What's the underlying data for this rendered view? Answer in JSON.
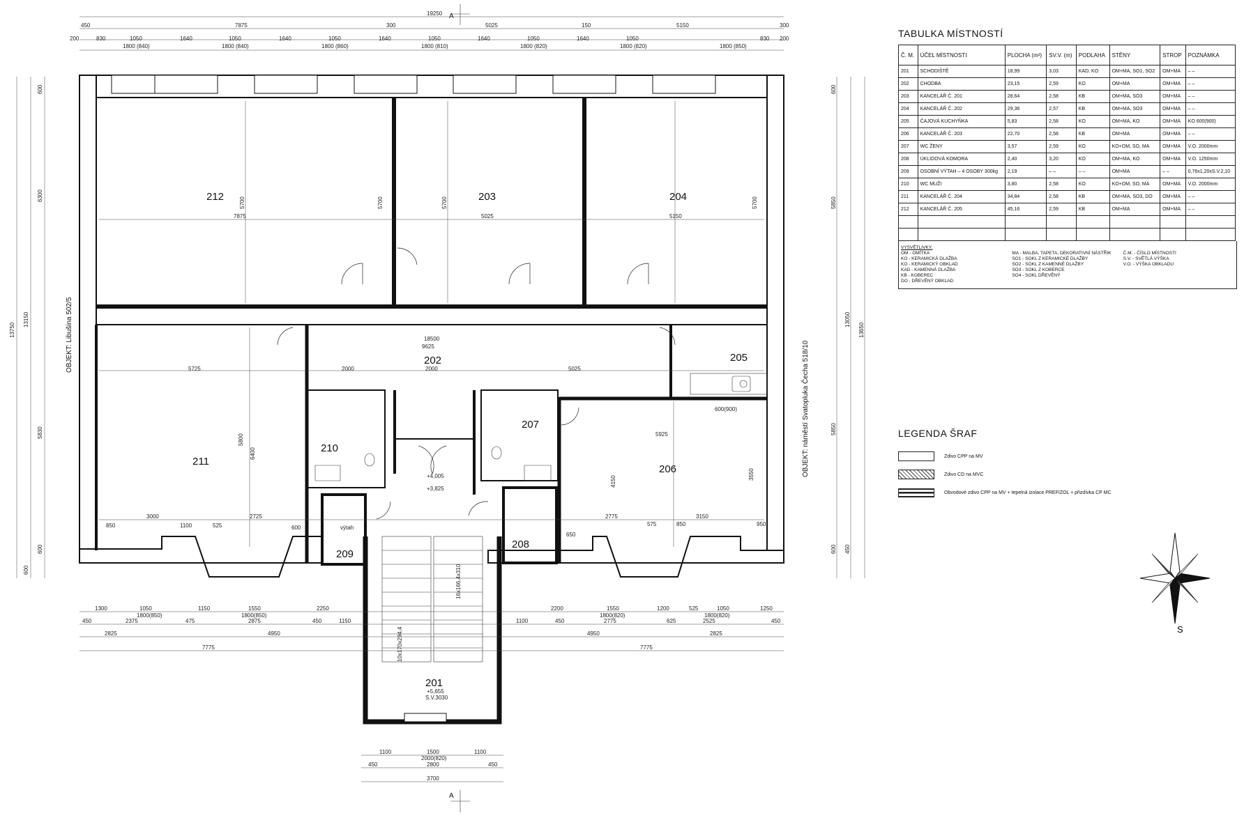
{
  "plan": {
    "section_marker": "A",
    "side_labels": {
      "left": "OBJEKT: Libušina 502/5",
      "right": "OBJEKT: náměstí Svatopluka Čecha 518/10"
    },
    "rooms": [
      "201",
      "202",
      "203",
      "204",
      "205",
      "206",
      "207",
      "208",
      "209",
      "210",
      "211",
      "212"
    ],
    "room_notes": {
      "stair_level": "+5,655",
      "stair_sv": "S.V.3030",
      "stair_spec": "10x170x294,4",
      "stair_run": "16x166,4x310",
      "lift_label": "výtah",
      "level_a": "+4,005",
      "level_b": "+3,825",
      "counter": "600(900)"
    },
    "top_dims": {
      "overall": "19250",
      "row1": [
        "450",
        "7875",
        "300",
        "5025",
        "150",
        "5150",
        "300"
      ],
      "row2": [
        "200",
        "830",
        "1050",
        "1640",
        "1050",
        "1640",
        "1050",
        "1640",
        "1050",
        "1640",
        "1050",
        "1640",
        "1050",
        "830",
        "200"
      ],
      "windows": [
        "1800 (840)",
        "1800 (840)",
        "1800 (860)",
        "1800 (810)",
        "1800 (820)",
        "1800 (820)",
        "1800 (850)"
      ]
    },
    "bottom_dims": {
      "row1": [
        "1300",
        "1050",
        "1150",
        "1550",
        "2250",
        "2200",
        "1550",
        "1200",
        "525",
        "1050",
        "1250"
      ],
      "windows": [
        "1800(850)",
        "1800(850)",
        "1800(820)",
        "1800(820)"
      ],
      "row2": [
        "450",
        "2375",
        "475",
        "2875",
        "450",
        "1150",
        "1100",
        "450",
        "2775",
        "625",
        "2525",
        "450"
      ],
      "row3": [
        "2825",
        "4950",
        "4950",
        "2825"
      ],
      "row4": [
        "7775",
        "7775"
      ]
    },
    "stair_dims": {
      "row1": [
        "1100",
        "1500",
        "1100"
      ],
      "door": "2000(820)",
      "row2": [
        "450",
        "2800",
        "450"
      ],
      "row3": "3700"
    },
    "left_dims": [
      "600",
      "6300",
      "13150",
      "13750",
      "5830",
      "600",
      "600"
    ],
    "right_dims": [
      "600",
      "5850",
      "13050",
      "13650",
      "5850",
      "600",
      "450"
    ],
    "room_dims": {
      "212": [
        "7875",
        "5700",
        "5700"
      ],
      "203": [
        "5025",
        "5700"
      ],
      "204": [
        "5150",
        "5700"
      ],
      "202": [
        "18500",
        "9625",
        "2000",
        "2000",
        "5025"
      ],
      "211": [
        "5725",
        "5800",
        "6400",
        "3000",
        "1100",
        "525",
        "2725",
        "850",
        "600"
      ],
      "206": [
        "5925",
        "4150",
        "3550",
        "2775",
        "575",
        "850",
        "3150",
        "950",
        "650"
      ]
    }
  },
  "room_table": {
    "title": "TABULKA MÍSTNOSTÍ",
    "columns": [
      "Č. M.",
      "ÚČEL MÍSTNOSTI",
      "PLOCHA (m²)",
      "SV.V. (m)",
      "PODLAHA",
      "STĚNY",
      "STROP",
      "POZNÁMKA"
    ],
    "rows": [
      [
        "201",
        "SCHODIŠTĚ",
        "18,99",
        "3,03",
        "KAD, KO",
        "OM+MA, SO1, SO2",
        "OM+MA",
        "– –"
      ],
      [
        "202",
        "CHODBA",
        "23,15",
        "2,59",
        "KO",
        "OM+MA",
        "OM+MA",
        "– –"
      ],
      [
        "203",
        "KANCELÁŘ Č. 201",
        "28,64",
        "2,58",
        "KB",
        "OM+MA, SO3",
        "OM+MA",
        "– –"
      ],
      [
        "204",
        "KANCELÁŘ Č. 202",
        "29,36",
        "2,57",
        "KB",
        "OM+MA, SO3",
        "OM+MA",
        "– –"
      ],
      [
        "205",
        "ČAJOVÁ KUCHYŇKA",
        "5,83",
        "2,58",
        "KO",
        "OM+MA, KO",
        "OM+MA",
        "KO 600(900)"
      ],
      [
        "206",
        "KANCELÁŘ Č. 203",
        "22,70",
        "2,58",
        "KB",
        "OM+MA",
        "OM+MA",
        "– –"
      ],
      [
        "207",
        "WC ŽENY",
        "3,57",
        "2,59",
        "KO",
        "KO+OM, SO, MA",
        "OM+MA",
        "V.O. 2000mm"
      ],
      [
        "208",
        "ÚKLIDOVÁ KOMORA",
        "2,40",
        "3,20",
        "KO",
        "OM+MA, KO",
        "OM+MA",
        "V.O. 1250mm"
      ],
      [
        "209",
        "OSOBNÍ VÝTAH – 4 OSOBY 300kg",
        "2,19",
        "– –",
        "– –",
        "OM+MA",
        "– –",
        "0,76x1,20xS.V.2,10"
      ],
      [
        "210",
        "WC MUŽI",
        "3,80",
        "2,58",
        "KO",
        "KO+OM, SO, MA",
        "OM+MA",
        "V.O. 2000mm"
      ],
      [
        "211",
        "KANCELÁŘ Č. 204",
        "34,84",
        "2,58",
        "KB",
        "OM+MA, SO3, DO",
        "OM+MA",
        "– –"
      ],
      [
        "212",
        "KANCELÁŘ Č. 205",
        "45,16",
        "2,59",
        "KB",
        "OM+MA",
        "OM+MA",
        "– –"
      ]
    ],
    "empty_rows": 2,
    "legend_caption": "VYSVĚTLIVKY:",
    "legend_col1": [
      "OM - OMÍTKA",
      "KO - KERAMICKÁ DLAŽBA",
      "KO - KERAMICKÝ OBKLAD",
      "KAD - KAMENNÁ DLAŽBA",
      "KB - KOBEREC",
      "DO - DŘEVĚNÝ OBKLAD"
    ],
    "legend_col2": [
      "MA - MALBA, TAPETA, DEKORATIVNÍ NÁSTŘIK",
      "SO1 - SOKL Z KERAMICKÉ DLAŽBY",
      "SO2 - SOKL Z KAMENNÉ DLAŽBY",
      "SO3 - SOKL Z KOBERCE",
      "SO4 - SOKL DŘEVĚNÝ"
    ],
    "legend_col3": [
      "Č.M. - ČÍSLO MÍSTNOSTI",
      "S.V. - SVĚTLÁ VÝŠKA",
      "V.O. - VÝŠKA OBKLADU"
    ]
  },
  "hatch_legend": {
    "title": "LEGENDA ŠRAF",
    "items": [
      {
        "label": "Zdivo CPP na MV",
        "swatch": "plain"
      },
      {
        "label": "Zdivo CD na MVC",
        "swatch": "hatched"
      },
      {
        "label": "Obvodové zdivo CPP na MV + tepelná izolace PREFIZOL + přizdívka CP MC",
        "swatch": "insulated"
      }
    ]
  },
  "compass": {
    "letter": "S"
  }
}
